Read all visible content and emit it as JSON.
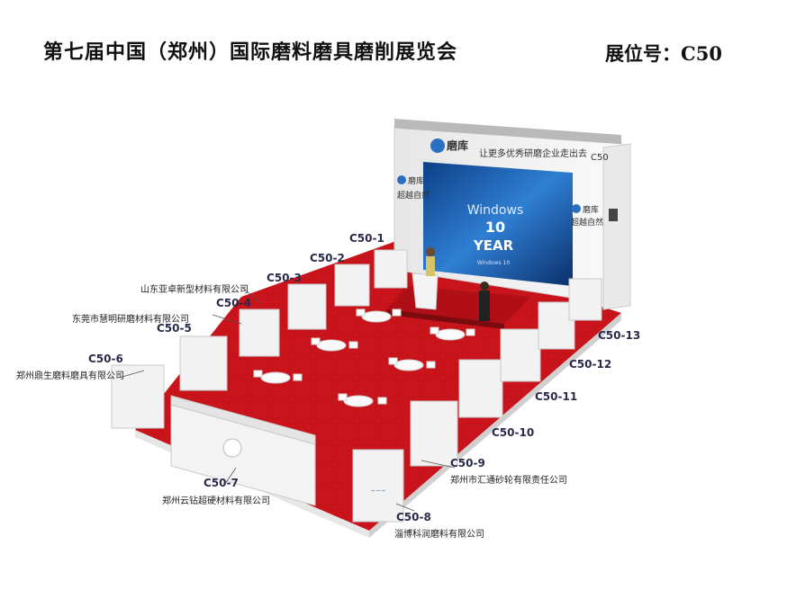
{
  "header": {
    "title": "第七届中国（郑州）国际磨料磨具磨削展览会",
    "booth_label": "展位号：C50"
  },
  "backwall": {
    "brand_name": "磨库",
    "slogan": "让更多优秀研磨企业走出去",
    "code": "C50",
    "side_brand": "磨库",
    "side_tagline": "超越自然",
    "right_brand": "磨库",
    "right_tagline": "超越自然"
  },
  "screen": {
    "line1": "Windows",
    "line2": "10",
    "line3": "YEAR",
    "line4": "Windows 10"
  },
  "stands": [
    {
      "code": "C50-1",
      "company": ""
    },
    {
      "code": "C50-2",
      "company": ""
    },
    {
      "code": "C50-3",
      "company": "山东亚卓新型材料有限公司"
    },
    {
      "code": "C50-4",
      "company": "东莞市慧明研磨材料有限公司"
    },
    {
      "code": "C50-5",
      "company": ""
    },
    {
      "code": "C50-6",
      "company": "郑州鼎生磨料磨具有限公司"
    },
    {
      "code": "C50-7",
      "company": "郑州云钻超硬材料有限公司"
    },
    {
      "code": "C50-8",
      "company": "淄博科润磨料有限公司"
    },
    {
      "code": "C50-9",
      "company": "郑州市汇通砂轮有限责任公司"
    },
    {
      "code": "C50-10",
      "company": ""
    },
    {
      "code": "C50-11",
      "company": ""
    },
    {
      "code": "C50-12",
      "company": ""
    },
    {
      "code": "C50-13",
      "company": ""
    }
  ],
  "colors": {
    "carpet": "#c8141a",
    "carpet_dark": "#9c0f14",
    "wall": "#f1f1f1",
    "screen": "#1f5fae",
    "stage": "#b01015"
  }
}
